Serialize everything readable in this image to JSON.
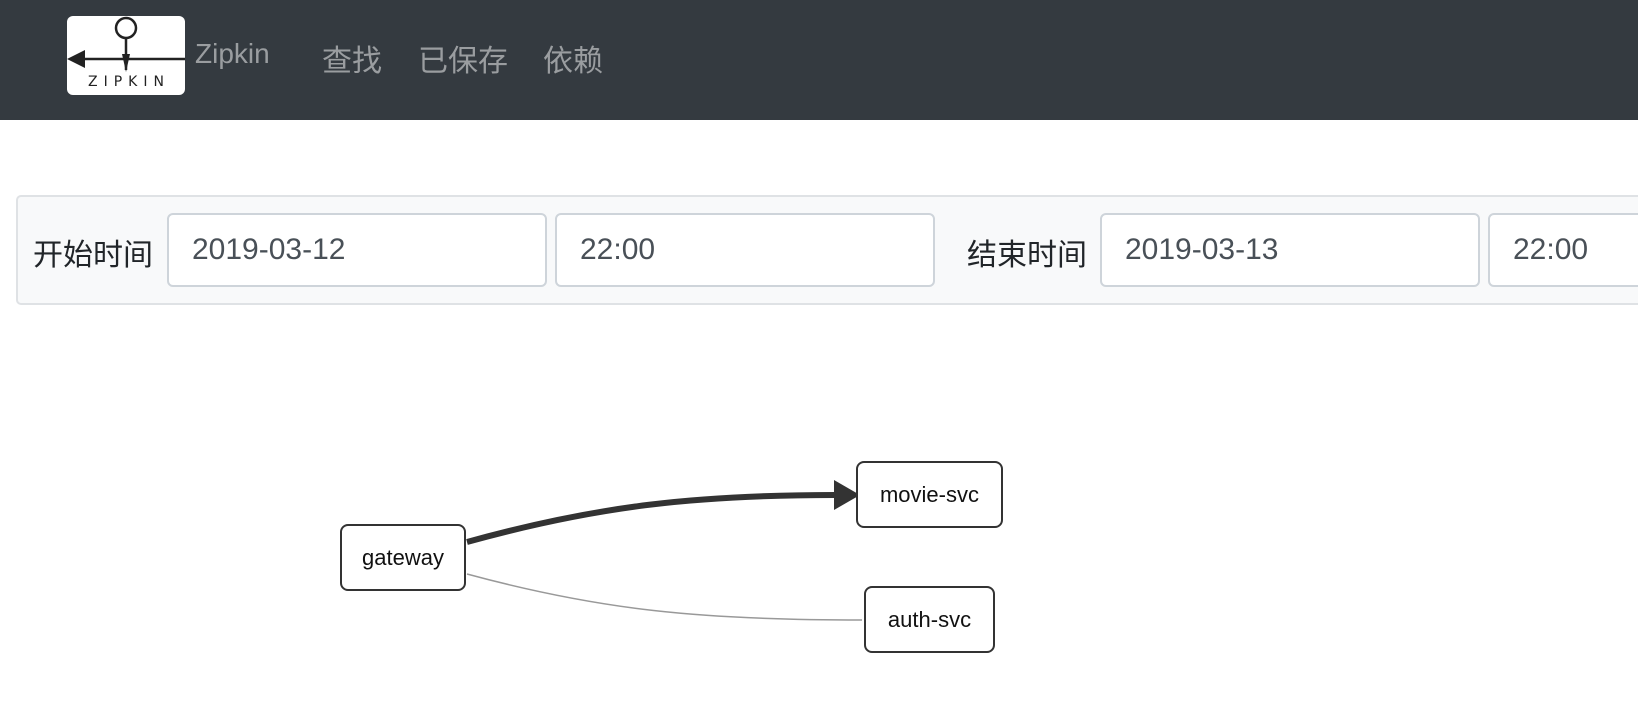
{
  "app": {
    "logo_text": "ZIPKIN",
    "brand": "Zipkin"
  },
  "nav": {
    "items": [
      {
        "label": "查找"
      },
      {
        "label": "已保存"
      },
      {
        "label": "依赖"
      }
    ]
  },
  "filter": {
    "start_label": "开始时间",
    "start_date": "2019-03-12",
    "start_time": "22:00",
    "end_label": "结束时间",
    "end_date": "2019-03-13",
    "end_time": "22:00"
  },
  "graph": {
    "nodes": [
      {
        "label": "gateway"
      },
      {
        "label": "movie-svc"
      },
      {
        "label": "auth-svc"
      }
    ],
    "edges": [
      {
        "from": "gateway",
        "to": "movie-svc",
        "weight": "heavy"
      },
      {
        "from": "gateway",
        "to": "auth-svc",
        "weight": "light"
      }
    ]
  },
  "colors": {
    "navbar": "#343a40",
    "nav_text": "#9a9da0",
    "edge": "#333333"
  }
}
